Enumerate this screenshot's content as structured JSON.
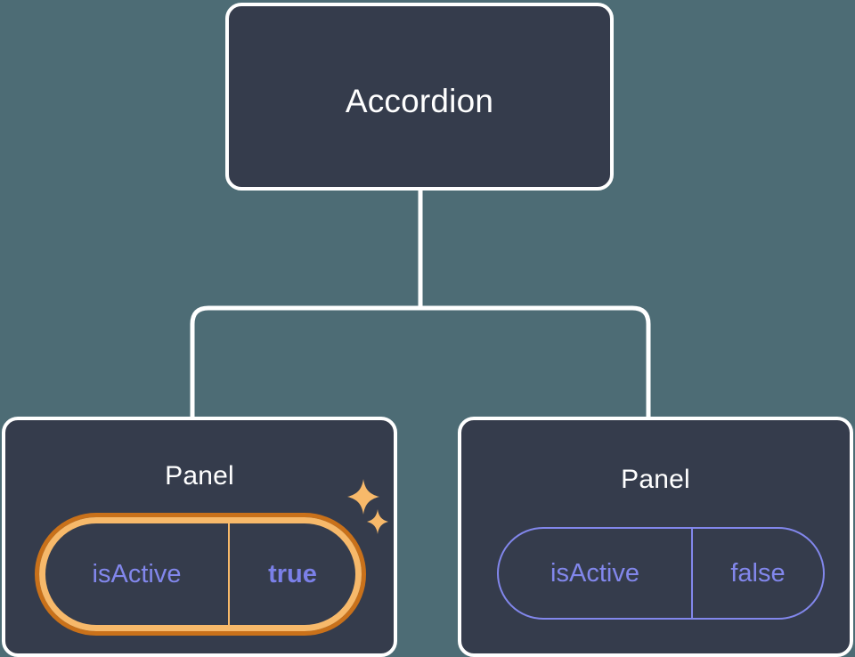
{
  "canvas": {
    "background_color": "#4d6c75",
    "edge_color": "#ffffff"
  },
  "tree": {
    "root": {
      "label": "Accordion",
      "node_color": "#353c4c",
      "border_color": "#ffffff"
    },
    "children": [
      {
        "label": "Panel",
        "highlighted": true,
        "accent_color": "#f7b96a",
        "accent_ring_color": "#c9711a",
        "props": [
          {
            "key": "isActive",
            "value": "true",
            "key_color": "#8287ec",
            "value_color": "#7b80e8"
          }
        ],
        "decorations": [
          {
            "icon": "sparkle-icon",
            "size": "large",
            "color": "#f7b96a"
          },
          {
            "icon": "sparkle-icon",
            "size": "small",
            "color": "#f7b96a"
          }
        ]
      },
      {
        "label": "Panel",
        "highlighted": false,
        "accent_color": "#8287ec",
        "props": [
          {
            "key": "isActive",
            "value": "false",
            "key_color": "#8287ec",
            "value_color": "#8287ec"
          }
        ],
        "decorations": []
      }
    ]
  }
}
